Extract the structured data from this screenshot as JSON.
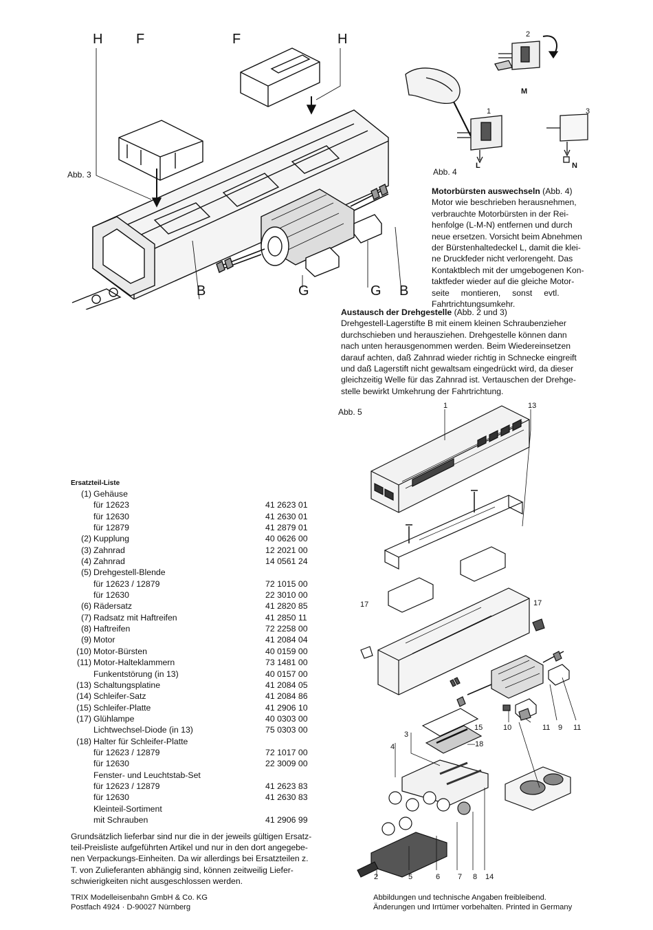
{
  "fig3": {
    "caption": "Abb. 3",
    "labels": {
      "h1": "H",
      "f1": "F",
      "f2": "F",
      "h2": "H",
      "b1": "B",
      "g1": "G",
      "g2": "G",
      "b2": "B"
    }
  },
  "fig4": {
    "caption": "Abb. 4",
    "labels": {
      "m": "M",
      "l": "L",
      "n": "N",
      "n1": "1",
      "n2": "2",
      "n3": "3"
    }
  },
  "motor_section": {
    "heading": "Motorbürsten auswechseln",
    "heading_ref": " (Abb. 4)",
    "lines": [
      "Motor wie beschrieben herausnehmen,",
      "verbrauchte Motorbürsten in der Rei-",
      "henfolge (L-M-N) entfernen und durch",
      "neue ersetzen. Vorsicht beim Abnehmen",
      "der Bürstenhaltedeckel L, damit die klei-",
      "ne Druckfeder nicht verlorengeht. Das",
      "Kontaktblech mit der umgebogenen Kon-",
      "taktfeder wieder auf die gleiche Motor-",
      "seite     montieren,     sonst     evtl.",
      "Fahrtrichtungsumkehr."
    ]
  },
  "bogie_section": {
    "heading": "Austausch der Drehgestelle",
    "heading_ref": " (Abb. 2 und 3)",
    "lines": [
      "Drehgestell-Lagerstifte B mit einem kleinen Schraubenzieher",
      "durchschieben und herausziehen. Drehgestelle können dann",
      "nach unten herausgenommen werden. Beim Wiedereinsetzen",
      "darauf achten, daß Zahnrad wieder richtig in Schnecke eingreift",
      "und daß Lagerstift nicht gewaltsam eingedrückt wird, da dieser",
      "gleichzeitig Welle für das Zahnrad ist. Vertauschen der Drehge-",
      "stelle bewirkt Umkehrung der Fahrtrichtung."
    ]
  },
  "fig5": {
    "caption": "Abb. 5",
    "labels": {
      "l1": "1",
      "l13": "13",
      "l17a": "17",
      "l17b": "17",
      "l3": "3",
      "l4": "4",
      "l15": "15",
      "l18": "—18",
      "l10": "10",
      "l11a": "11",
      "l9": "9",
      "l11b": "11",
      "l2": "2",
      "l5": "5",
      "l6": "6",
      "l7": "7",
      "l8": "8",
      "l14": "14"
    }
  },
  "parts_list": {
    "title": "Ersatzteil-Liste",
    "rows": [
      {
        "num": "(1)",
        "name": "Gehäuse",
        "art": ""
      },
      {
        "num": "",
        "sub": "für 12623",
        "art": "41 2623 01"
      },
      {
        "num": "",
        "sub": "für 12630",
        "art": "41 2630 01"
      },
      {
        "num": "",
        "sub": "für 12879",
        "art": "41 2879 01"
      },
      {
        "num": "(2)",
        "name": "Kupplung",
        "art": "40 0626 00"
      },
      {
        "num": "(3)",
        "name": "Zahnrad",
        "art": "12 2021 00"
      },
      {
        "num": "(4)",
        "name": "Zahnrad",
        "art": "14 0561 24"
      },
      {
        "num": "(5)",
        "name": "Drehgestell-Blende",
        "art": ""
      },
      {
        "num": "",
        "sub": "für 12623 / 12879",
        "art": "72 1015 00"
      },
      {
        "num": "",
        "sub": "für 12630",
        "art": "22 3010 00"
      },
      {
        "num": "(6)",
        "name": "Rädersatz",
        "art": "41 2820 85"
      },
      {
        "num": "(7)",
        "name": "Radsatz mit Haftreifen",
        "art": "41 2850 11"
      },
      {
        "num": "(8)",
        "name": "Haftreifen",
        "art": "72 2258 00"
      },
      {
        "num": "(9)",
        "name": "Motor",
        "art": "41 2084 04"
      },
      {
        "num": "(10)",
        "name": "Motor-Bürsten",
        "art": "40 0159 00"
      },
      {
        "num": "(11)",
        "name": "Motor-Halteklammern",
        "art": "73 1481 00"
      },
      {
        "num": "",
        "name": "Funkentstörung (in 13)",
        "art": "40 0157 00"
      },
      {
        "num": "(13)",
        "name": "Schaltungsplatine",
        "art": "41 2084 05"
      },
      {
        "num": "(14)",
        "name": "Schleifer-Satz",
        "art": "41 2084 86"
      },
      {
        "num": "(15)",
        "name": "Schleifer-Platte",
        "art": "41 2906 10"
      },
      {
        "num": "(17)",
        "name": "Glühlampe",
        "art": "40 0303 00"
      },
      {
        "num": "",
        "name": "Lichtwechsel-Diode (in 13)",
        "art": "75 0303 00"
      },
      {
        "num": "(18)",
        "name": "Halter für Schleifer-Platte",
        "art": ""
      },
      {
        "num": "",
        "sub": "für 12623 / 12879",
        "art": "72 1017 00"
      },
      {
        "num": "",
        "sub": "für 12630",
        "art": "22 3009 00"
      },
      {
        "num": "",
        "sub": "Fenster- und Leuchtstab-Set",
        "art": ""
      },
      {
        "num": "",
        "sub": "für 12623 / 12879",
        "art": "41 2623 83"
      },
      {
        "num": "",
        "sub": "für 12630",
        "art": "41 2630 83"
      },
      {
        "num": "",
        "sub": "Kleinteil-Sortiment",
        "art": ""
      },
      {
        "num": "",
        "sub": "mit Schrauben",
        "art": "41 2906 99"
      }
    ]
  },
  "note": [
    "Grundsätzlich lieferbar sind nur die in der jeweils gültigen Ersatz-",
    "teil-Preisliste aufgeführten Artikel und nur in den dort angegebe-",
    "nen Verpackungs-Einheiten. Da wir allerdings bei Ersatzteilen z.",
    "T. von Zulieferanten abhängig sind, können zeitweilig Liefer-",
    "schwierigkeiten nicht ausgeschlossen werden."
  ],
  "footer_left": [
    "TRIX Modelleisenbahn GmbH & Co. KG",
    "Postfach 4924 · D-90027 Nürnberg"
  ],
  "footer_right": [
    "Abbildungen und technische Angaben freibleibend.",
    "Änderungen und Irrtümer vorbehalten. Printed in Germany"
  ]
}
